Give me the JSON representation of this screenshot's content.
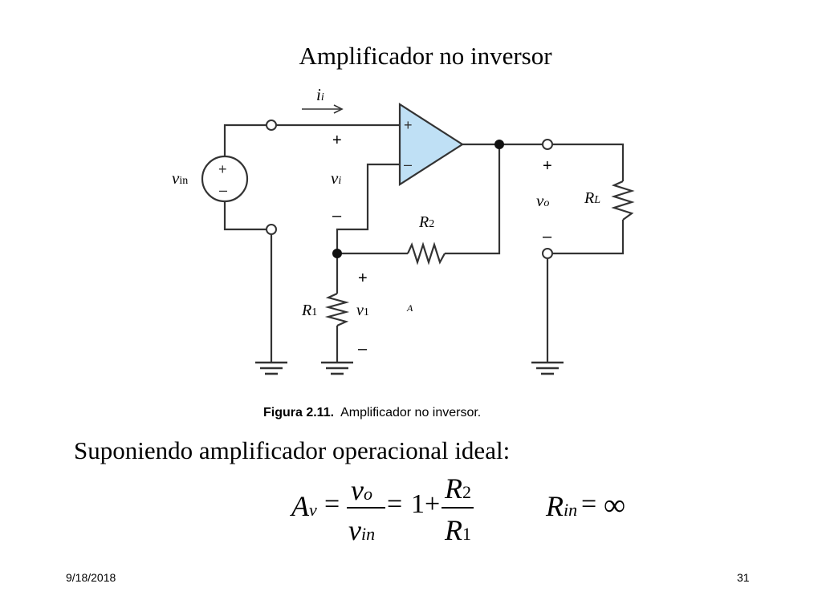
{
  "slide": {
    "title": "Amplificador no inversor",
    "caption_figure": "Figura 2.11.",
    "caption_text": "Amplificador no inversor.",
    "statement": "Suponiendo amplificador operacional ideal:",
    "date": "9/18/2018",
    "page_number": "31"
  },
  "circuit": {
    "current_label": "i",
    "current_sub": "i",
    "source_label": "v",
    "source_sub": "in",
    "input_voltage_label": "v",
    "input_voltage_sub": "i",
    "r2_label": "R",
    "r2_sub": "2",
    "r1_label": "R",
    "r1_sub": "1",
    "v1_label": "v",
    "v1_sub": "1",
    "vo_label": "v",
    "vo_sub": "o",
    "rl_label": "R",
    "rl_sub": "L",
    "node_label": "A",
    "plus": "+",
    "minus": "–",
    "opamp_fill": "#bfe0f5"
  },
  "equation": {
    "gain_symbol": "A",
    "gain_sub": "v",
    "num_v": "v",
    "num_v_sub": "o",
    "den_v": "v",
    "den_v_sub": "in",
    "equals": "=",
    "one_plus": "1+",
    "num_r": "R",
    "num_r_sub": "2",
    "den_r": "R",
    "den_r_sub": "1",
    "rin_symbol": "R",
    "rin_sub": "in",
    "rin_value": "∞"
  }
}
